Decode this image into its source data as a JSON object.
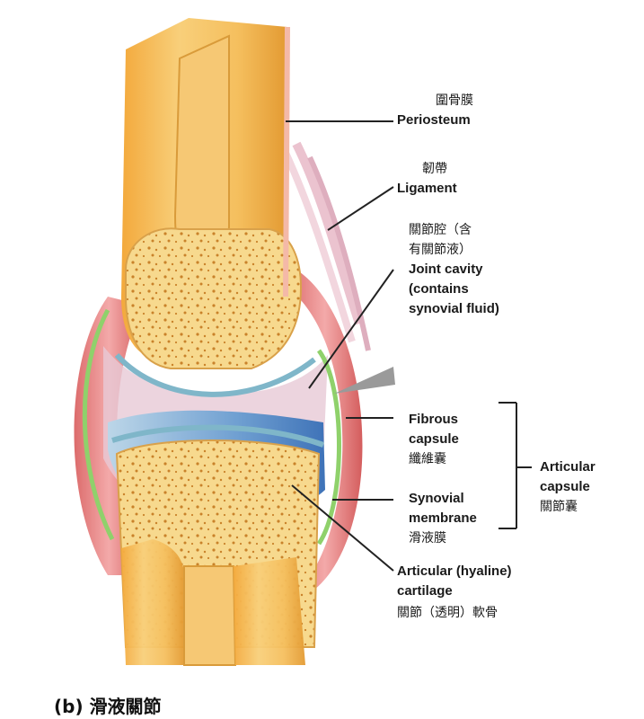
{
  "labels": {
    "periosteum": {
      "zh": "圍骨膜",
      "en": "Periosteum"
    },
    "ligament": {
      "zh": "韌帶",
      "en": "Ligament"
    },
    "joint_cavity": {
      "zh_1": "關節腔（含",
      "zh_2": "有關節液）",
      "en_1": "Joint cavity",
      "en_2": "(contains",
      "en_3": "synovial fluid)"
    },
    "fibrous_capsule": {
      "en_1": "Fibrous",
      "en_2": "capsule",
      "zh": "纖維囊"
    },
    "synovial_membrane": {
      "en_1": "Synovial",
      "en_2": "membrane",
      "zh": "滑液膜"
    },
    "articular_capsule": {
      "en_1": "Articular",
      "en_2": "capsule",
      "zh": "關節囊"
    },
    "articular_cartilage": {
      "en_1": "Articular (hyaline)",
      "en_2": "cartilage",
      "zh": "關節（透明）軟骨"
    }
  },
  "caption": "(b) 滑液關節",
  "colors": {
    "bone_outer": "#f2b24a",
    "bone_inner": "#f7d68a",
    "spongy_dot": "#c9822a",
    "cartilage": "#9fc7d6",
    "synovial_fluid": "#4f86c6",
    "membrane": "#8fd16b",
    "capsule": "#e06a6a",
    "ligament": "#e6b8c6",
    "line": "#222222"
  }
}
